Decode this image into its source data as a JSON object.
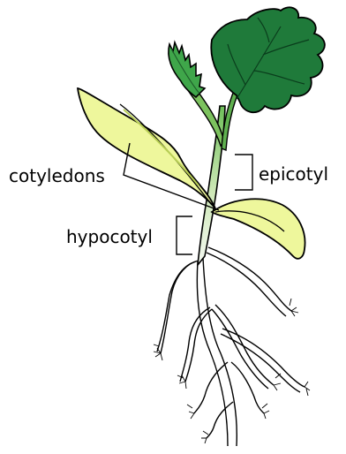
{
  "labels": {
    "cotyledons": "cotyledons",
    "epicotyl": "epicotyl",
    "hypocotyl": "hypocotyl"
  },
  "colors": {
    "dark_leaf": "#1f7a3a",
    "young_leaf": "#3fa64a",
    "cotyledon": "#eef79c",
    "stem_top": "#6fbf5a",
    "stem_bottom": "#f2f7ee",
    "outline": "#000000"
  }
}
